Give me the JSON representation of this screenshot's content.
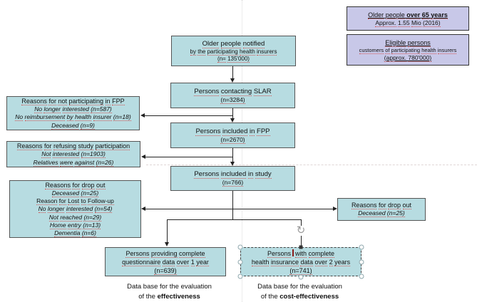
{
  "colors": {
    "flow_box_fill": "#b7dce1",
    "info_box_fill": "#c8c8e8",
    "box_border": "#555555",
    "spellcheck_red": "#d05353",
    "connector": "#222222"
  },
  "info_boxes": {
    "population": {
      "title_normal": "Older people ",
      "title_bold": "over 65 years",
      "subtitle": "Approx. 1.55 Mio (2016)"
    },
    "eligible": {
      "title": "Eligible persons",
      "line2": "customers of participating health insurers",
      "line3": "(approx. 780'000)"
    }
  },
  "flow": {
    "notified": {
      "line1": "Older people notified",
      "line2": "by the participating health insurers",
      "line3": "(n= 135'000)"
    },
    "slar": {
      "line1": "Persons contacting SLAR",
      "line2": "(n=3284)"
    },
    "fpp": {
      "line1": "Persons included in FPP",
      "line2": "(n=2670)"
    },
    "study": {
      "line1": "Persons included in study",
      "line2": "(n=766)"
    },
    "questionnaire": {
      "line1": "Persons providing complete",
      "line2": "questionnaire data over 1 year",
      "line3": "(n=639)"
    },
    "insurance": {
      "line1_before_cursor": "Persons",
      "line1_after_cursor": "with complete",
      "line2": "health insurance data over 2 years",
      "line3": "(n=741)"
    }
  },
  "reasons": {
    "not_participating": {
      "title": "Reasons for not participating in FPP",
      "items": [
        "No longer interested (n=587)",
        "No reimbursement by health insurer (n=18)",
        "Deceased (n=9)"
      ]
    },
    "refusing": {
      "title": "Reasons for refusing study participation",
      "items": [
        "Not interested (n=1903)",
        "Relatives were against (n=26)"
      ]
    },
    "dropout_left": {
      "title": "Reasons for drop out",
      "item1": "Deceased (n=25)",
      "subtitle": "Reason for Lost to Follow-up",
      "items": [
        "No longer interested (n=54)",
        "Not reached (n=29)",
        "Home entry (n=13)",
        "Dementia (n=6)"
      ]
    },
    "dropout_right": {
      "title": "Reasons for drop out",
      "item1": "Deceased (n=25)"
    }
  },
  "captions": {
    "effectiveness": {
      "line1": "Data base for the evaluation",
      "line2_normal": "of the ",
      "line2_bold": "effectiveness"
    },
    "cost_effectiveness": {
      "line1": "Data base for the evaluation",
      "line2_normal": "of the ",
      "line2_bold": "cost-effectiveness"
    }
  }
}
